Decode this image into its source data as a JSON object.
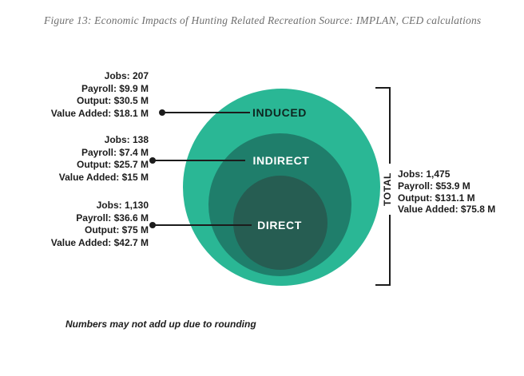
{
  "figure": {
    "title": "Figure 13: Economic Impacts of Hunting Related Recreation Source: IMPLAN, CED calculations",
    "footnote": "Numbers may not add up due to rounding"
  },
  "chart_data": {
    "type": "nested-circles",
    "title": "Economic Impacts of Hunting Related Recreation",
    "source": "IMPLAN, CED calculations",
    "note": "Numbers may not add up due to rounding",
    "rings": [
      {
        "label": "INDUCED",
        "color": "#2ab795",
        "jobs": 207,
        "payroll_million_usd": 9.9,
        "output_million_usd": 30.5,
        "value_added_million_usd": 18.1,
        "stat_lines": [
          "Jobs: 207",
          "Payroll: $9.9 M",
          "Output: $30.5 M",
          "Value Added: $18.1 M"
        ]
      },
      {
        "label": "INDIRECT",
        "color": "#1f7e6b",
        "jobs": 138,
        "payroll_million_usd": 7.4,
        "output_million_usd": 25.7,
        "value_added_million_usd": 15,
        "stat_lines": [
          "Jobs: 138",
          "Payroll: $7.4 M",
          "Output: $25.7 M",
          "Value Added: $15 M"
        ]
      },
      {
        "label": "DIRECT",
        "color": "#265d52",
        "jobs": 1130,
        "payroll_million_usd": 36.6,
        "output_million_usd": 75,
        "value_added_million_usd": 42.7,
        "stat_lines": [
          "Jobs: 1,130",
          "Payroll: $36.6 M",
          "Output: $75 M",
          "Value Added: $42.7 M"
        ]
      }
    ],
    "total": {
      "label": "TOTAL",
      "jobs": 1475,
      "payroll_million_usd": 53.9,
      "output_million_usd": 131.1,
      "value_added_million_usd": 75.8,
      "stat_lines": [
        "Jobs: 1,475",
        "Payroll: $53.9 M",
        "Output: $131.1 M",
        "Value Added: $75.8 M"
      ]
    },
    "layout": {
      "legend": "none",
      "grid": false,
      "annotation_lines": "left callouts to each ring; right bracket spans full diagram for total"
    }
  }
}
